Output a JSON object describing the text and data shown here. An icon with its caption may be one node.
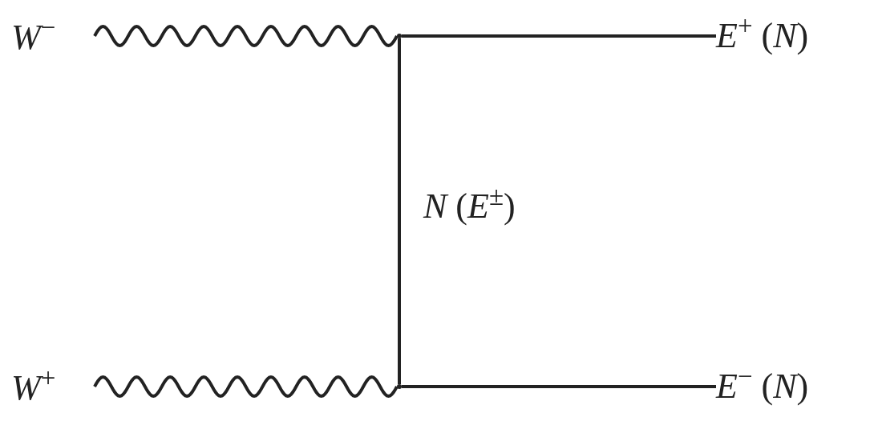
{
  "diagram": {
    "nodes": [
      {
        "text": [
          "*W*$^{−}$"
        ]
      },
      {
        "text": [],
        "shape": "dot"
      },
      {
        "text": [
          "*E*$^{+}$ (*N*)"
        ]
      },
      {
        "text": [
          "*W*$^{+}$"
        ]
      },
      {
        "text": [],
        "shape": "dot"
      },
      {
        "text": [
          "*E*$^{−}$ (*N*)"
        ]
      }
    ],
    "edges": [
      {
        "from": 0,
        "to": 1,
        "arrow": "none"
      },
      {
        "from": 1,
        "to": 2,
        "arrow": "none"
      },
      {
        "from": 1,
        "to": 4,
        "arrow": "none",
        "label": "*N* (*E*$^{±}$)"
      },
      {
        "from": 3,
        "to": 4,
        "arrow": "none"
      },
      {
        "from": 4,
        "to": 5,
        "arrow": "none"
      }
    ]
  }
}
